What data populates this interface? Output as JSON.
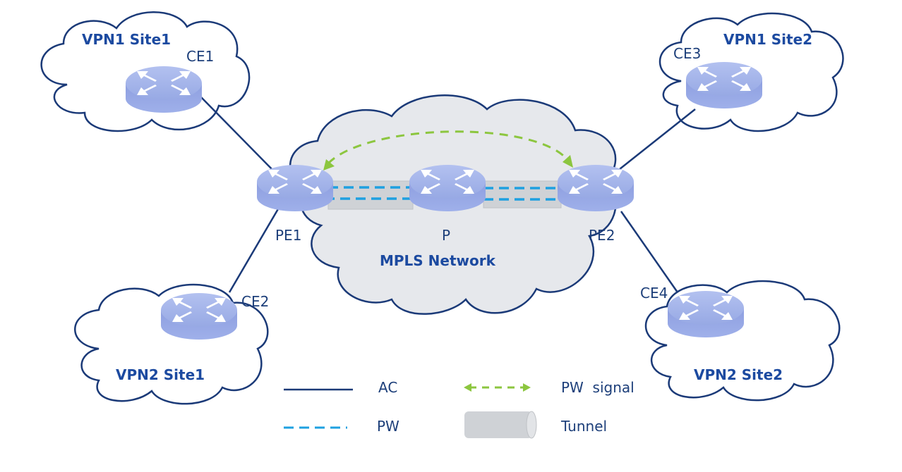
{
  "diagram": {
    "sites": [
      {
        "name": "VPN1 Site1"
      },
      {
        "name": "VPN1 Site2"
      },
      {
        "name": "VPN2 Site1"
      },
      {
        "name": "VPN2 Site2"
      }
    ],
    "core": {
      "name": "MPLS Network"
    },
    "devices": {
      "ce1": "CE1",
      "ce2": "CE2",
      "ce3": "CE3",
      "ce4": "CE4",
      "pe1": "PE1",
      "pe2": "PE2",
      "p": "P"
    },
    "legend": {
      "ac": "AC",
      "pw": "PW",
      "pw_signal": "PW  signal",
      "tunnel": "Tunnel"
    },
    "colors": {
      "ac_line": "#1b3a78",
      "pw_line": "#1ea0e0",
      "pw_signal": "#8cc63f",
      "tunnel": "#cfd2d6",
      "cloud_fill_core": "#e6e8ec",
      "router": "#9aace6",
      "text": "#1d3f7a"
    }
  }
}
